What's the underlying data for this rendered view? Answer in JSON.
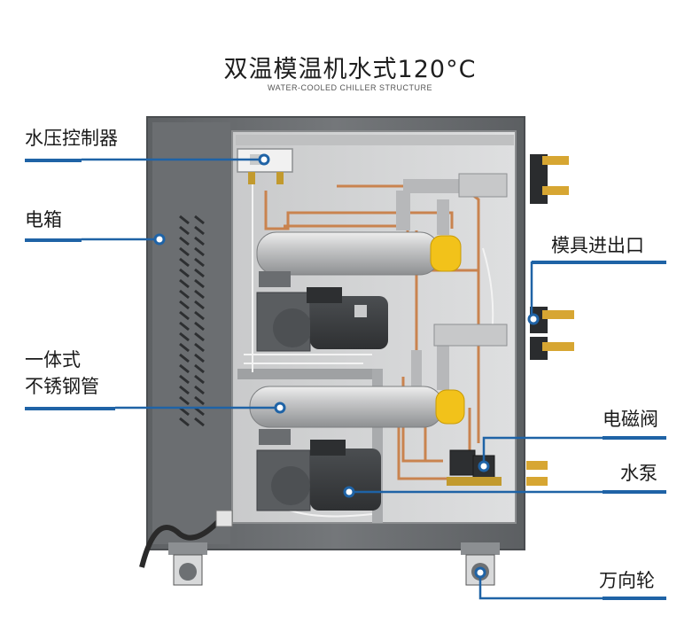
{
  "title": "双温模温机水式120°C",
  "subtitle": "WATER-COOLED CHILLER STRUCTURE",
  "labels": {
    "pressure_controller": "水压控制器",
    "electric_box": "电箱",
    "integrated_tube_line1": "一体式",
    "integrated_tube_line2": "不锈钢管",
    "mold_ports": "模具进出口",
    "solenoid_valve": "电磁阀",
    "water_pump": "水泵",
    "caster": "万向轮"
  },
  "colors": {
    "accent": "#1f63a6",
    "cabinet": "#6d7073",
    "interior": "#d9dadb",
    "copper": "#c9834f",
    "cap_yellow": "#f2c21a"
  }
}
